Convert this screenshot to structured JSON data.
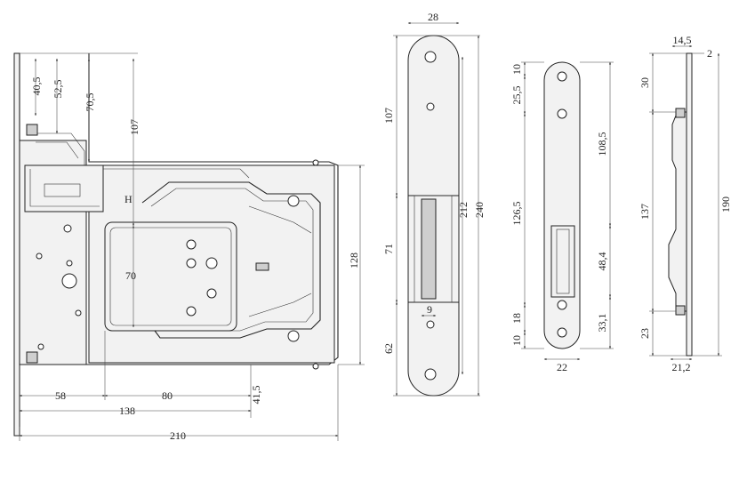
{
  "side_view": {
    "dims": {
      "d40_5": "40,5",
      "d52_5": "52,5",
      "d70_5": "70,5",
      "d107": "107",
      "d70": "70",
      "d128": "128",
      "d58": "58",
      "d80": "80",
      "d138": "138",
      "d41_5": "41,5",
      "d210": "210"
    },
    "marker": "H"
  },
  "faceplate_view": {
    "dims": {
      "d28": "28",
      "d107": "107",
      "d71": "71",
      "d62": "62",
      "d212": "212",
      "d240": "240",
      "d9": "9"
    }
  },
  "strike_view": {
    "dims": {
      "d10_top": "10",
      "d25_5": "25,5",
      "d126_5": "126,5",
      "d18": "18",
      "d10_bottom": "10",
      "d108_5": "108,5",
      "d48_4": "48,4",
      "d33_1": "33,1",
      "d22": "22"
    }
  },
  "profile_view": {
    "dims": {
      "d14_5": "14,5",
      "d2": "2",
      "d30": "30",
      "d137": "137",
      "d23": "23",
      "d190": "190",
      "d21_2": "21,2"
    }
  }
}
